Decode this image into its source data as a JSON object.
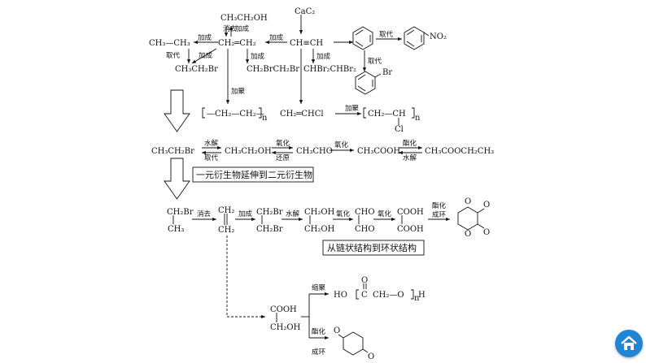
{
  "nodes": {
    "ch3ch3": "CH₃—CH₃",
    "ch3ch2br_top": "CH₃CH₂Br",
    "ch2ch2oh": "CH₃CH₂OH",
    "ethene": "CH₂═CH₂",
    "ch2brch2br": "CH₂BrCH₂Br",
    "cac2": "CaC₂",
    "acetylene": "CH≡CH",
    "chbr2chbr2": "CHBr₂CHBr₂",
    "no2": "NO₂",
    "br": "Br",
    "polyethylene": "—CH₂—CH₂—",
    "vinyl_chloride": "CH₂═CHCl",
    "pvc_chain": "CH₂—CH",
    "pvc_cl": "Cl",
    "sub_n": "n",
    "bromoethane": "CH₃CH₂Br",
    "ethanol": "CH₃CH₂OH",
    "acetaldehyde": "CH₃CHO",
    "acetic_acid": "CH₃COOH",
    "ethyl_acetate": "CH₃COOCH₂CH₃",
    "ch2br": "CH₂Br",
    "ch3": "CH₃",
    "ch2": "CH₂",
    "ch2oh": "CH₂OH",
    "cho": "CHO",
    "cooh": "COOH",
    "ring_o": "O",
    "ho": "HO",
    "c": "C",
    "ch2_o": "CH₂—O",
    "h": "H"
  },
  "labels": {
    "jiacheng": "加成",
    "xiaoqu": "消去",
    "qudai": "取代",
    "jiaju": "加聚",
    "shuijie": "水解",
    "yanghua": "氧化",
    "huanyuan": "还原",
    "zhihua": "酯化",
    "chenghuan": "成环",
    "suoju": "缩聚"
  },
  "notes": {
    "box1": "一元衍生物延伸到二元衍生物",
    "box2": "从链状结构到环状结构"
  },
  "home_icon": "home-icon"
}
